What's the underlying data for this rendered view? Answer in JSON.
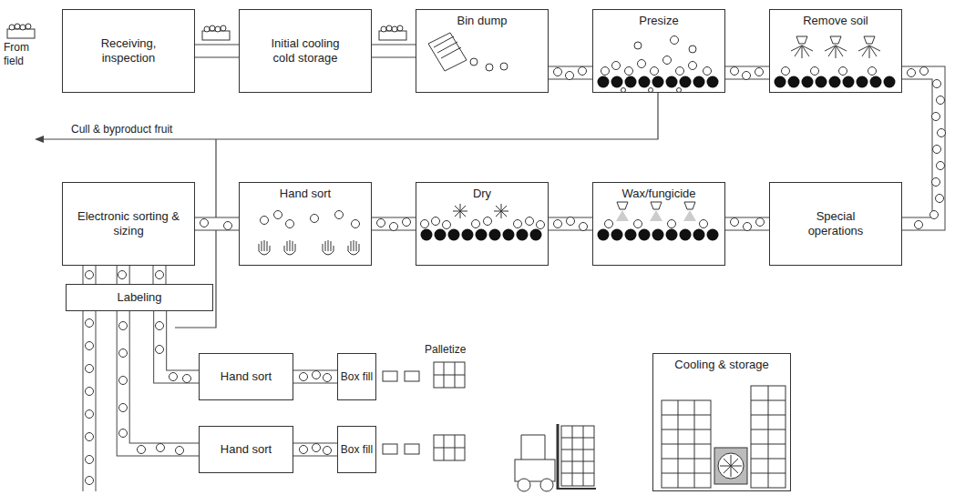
{
  "diagram": {
    "nodes": [
      {
        "text": [
          "Receiving, inspection"
        ]
      },
      {
        "text": [
          "Initial cooling cold storage"
        ]
      },
      {
        "text": [
          "Bin dump"
        ]
      },
      {
        "text": [
          "Presize"
        ]
      },
      {
        "text": [
          "Remove soil"
        ]
      },
      {
        "text": [
          "Special operations"
        ]
      },
      {
        "text": [
          "Wax/fungicide"
        ]
      },
      {
        "text": [
          "Dry"
        ]
      },
      {
        "text": [
          "Hand sort"
        ]
      },
      {
        "text": [
          "Electronic sorting & sizing"
        ]
      },
      {
        "text": [
          "Labeling"
        ]
      },
      {
        "text": [
          "Hand sort"
        ]
      },
      {
        "text": [
          "Box fill"
        ]
      },
      {
        "text": [
          "Hand sort"
        ]
      },
      {
        "text": [
          "Box fill"
        ]
      },
      {
        "text": [
          "Cooling & storage"
        ]
      }
    ],
    "edges": [
      {
        "from": 0,
        "to": 1,
        "arrow": "none"
      },
      {
        "from": 1,
        "to": 2,
        "arrow": "none"
      },
      {
        "from": 2,
        "to": 3,
        "arrow": "none"
      },
      {
        "from": 3,
        "to": 4,
        "arrow": "none"
      },
      {
        "from": 4,
        "to": 5,
        "arrow": "none"
      },
      {
        "from": 5,
        "to": 6,
        "arrow": "none"
      },
      {
        "from": 6,
        "to": 7,
        "arrow": "none"
      },
      {
        "from": 7,
        "to": 8,
        "arrow": "none"
      },
      {
        "from": 8,
        "to": 9,
        "arrow": "none"
      },
      {
        "from": 9,
        "to": 10,
        "arrow": "none"
      },
      {
        "from": 10,
        "to": 11,
        "arrow": "none"
      },
      {
        "from": 10,
        "to": 13,
        "arrow": "none"
      },
      {
        "from": 11,
        "to": 12,
        "arrow": "none"
      },
      {
        "from": 13,
        "to": 14,
        "arrow": "none"
      }
    ],
    "labels": [
      "From field",
      "Cull & byproduct fruit",
      "Palletize"
    ]
  }
}
